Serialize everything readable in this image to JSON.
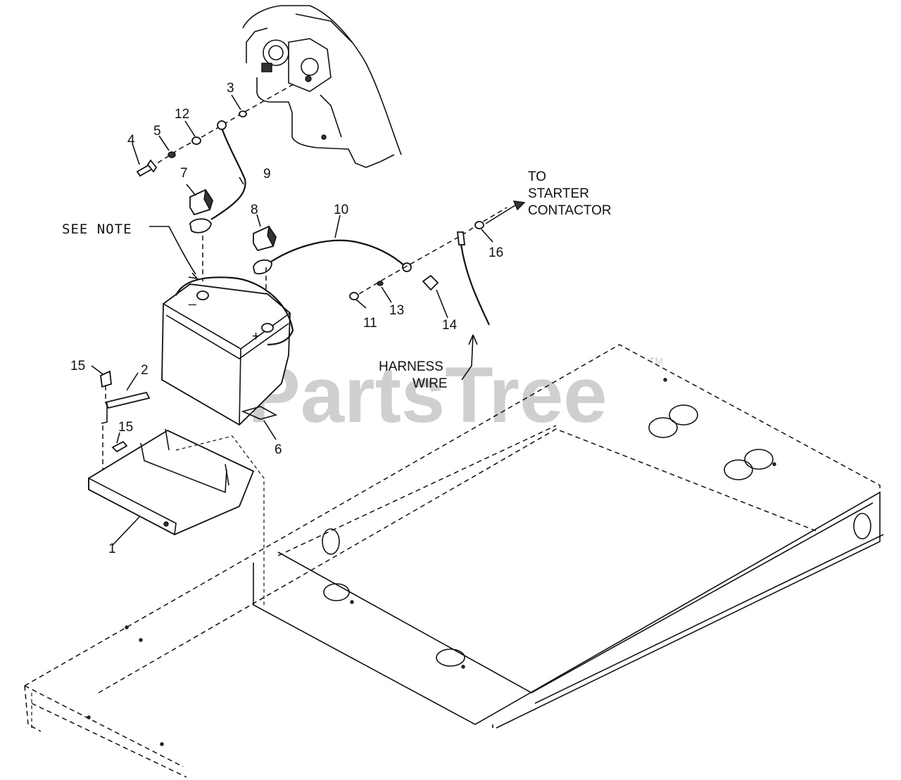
{
  "callouts": {
    "c1": "1",
    "c2": "2",
    "c3": "3",
    "c4": "4",
    "c5": "5",
    "c6": "6",
    "c7": "7",
    "c8": "8",
    "c9": "9",
    "c10": "10",
    "c11": "11",
    "c12": "12",
    "c13": "13",
    "c14": "14",
    "c15a": "15",
    "c15b": "15",
    "c16": "16"
  },
  "notes": {
    "see_note": "SEE NOTE",
    "to_starter_1": "TO",
    "to_starter_2": "STARTER",
    "to_starter_3": "CONTACTOR",
    "harness_1": "HARNESS",
    "harness_2": "WIRE",
    "minus": "_",
    "plus": "+"
  },
  "watermark": {
    "brand": "PartsTree",
    "tm": "TM"
  }
}
